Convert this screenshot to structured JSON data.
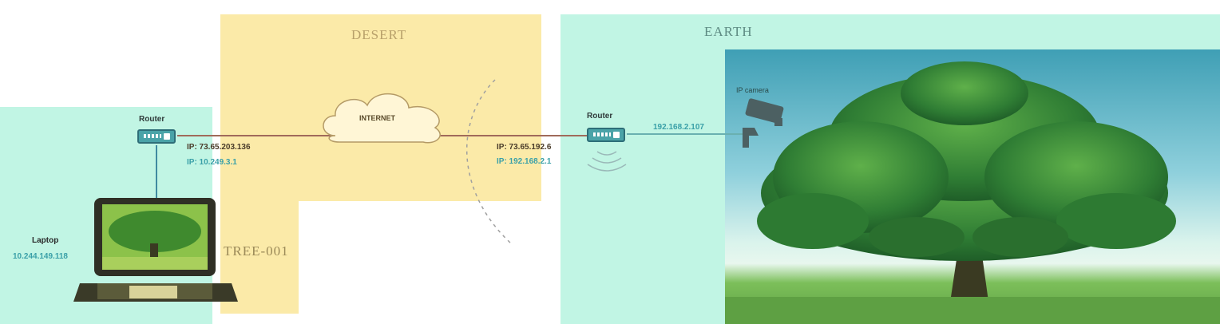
{
  "colors": {
    "desert": "#fbeaa8",
    "earth": "#c1f5e4",
    "laptop_zone": "#c1f5e4",
    "label_desert": "#b8a06a",
    "label_earth": "#5d8a82",
    "ip_dark": "#4a3c2a",
    "ip_light": "#3aa0a8",
    "line": "#a06a5a"
  },
  "zones": {
    "desert": "DESERT",
    "earth": "EARTH",
    "tree": "TREE-001"
  },
  "laptop": {
    "label": "Laptop",
    "ip": "10.244.149.118"
  },
  "router_left": {
    "label": "Router",
    "ip_public": "IP: 73.65.203.136",
    "ip_private": "IP: 10.249.3.1"
  },
  "internet": {
    "label": "INTERNET"
  },
  "router_right": {
    "label": "Router",
    "ip_public": "IP: 73.65.192.6",
    "ip_private": "IP: 192.168.2.1"
  },
  "camera": {
    "label": "IP camera",
    "ip": "192.168.2.107"
  },
  "icons": [
    "router-icon",
    "wifi-icon",
    "cloud-icon",
    "laptop-icon",
    "ip-camera-icon",
    "tree-icon"
  ]
}
